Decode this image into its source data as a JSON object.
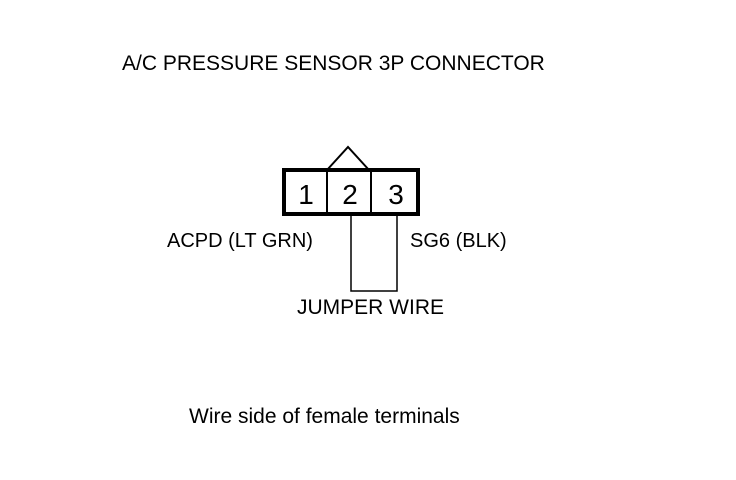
{
  "title": "A/C PRESSURE SENSOR 3P CONNECTOR",
  "connector": {
    "pins": [
      "1",
      "2",
      "3"
    ]
  },
  "wires": {
    "left_label": "ACPD (LT GRN)",
    "right_label": "SG6 (BLK)",
    "jumper_label": "JUMPER WIRE"
  },
  "caption": "Wire side of female terminals",
  "colors": {
    "line": "#000000",
    "background": "#ffffff"
  }
}
